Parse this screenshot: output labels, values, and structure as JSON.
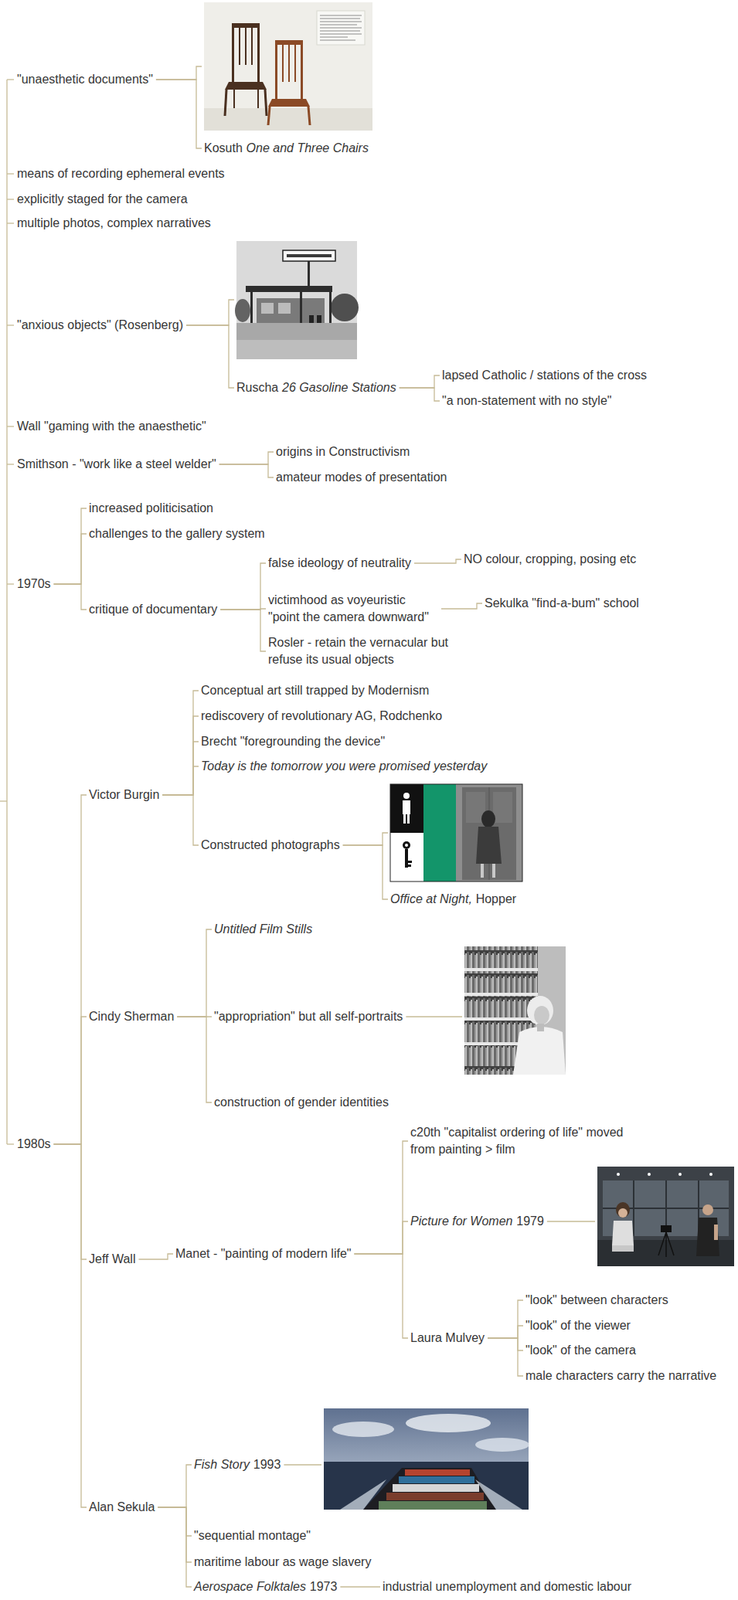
{
  "diagram": {
    "nodes": [
      {
        "text": [
          "\"unaesthetic documents\""
        ]
      },
      {
        "text": [
          "Kosuth",
          "One and Three Chairs"
        ]
      },
      {
        "text": [
          "means of recording ephemeral events"
        ]
      },
      {
        "text": [
          "explicitly staged for the camera"
        ]
      },
      {
        "text": [
          "multiple photos, complex narratives"
        ]
      },
      {
        "text": [
          "\"anxious objects\" (Rosenberg)"
        ]
      },
      {
        "text": [
          "Ruscha",
          "26 Gasoline Stations"
        ]
      },
      {
        "text": [
          "lapsed Catholic / stations of the cross"
        ]
      },
      {
        "text": [
          "\"a non-statement with no style\""
        ]
      },
      {
        "text": [
          "Wall \"gaming with the anaesthetic\""
        ]
      },
      {
        "text": [
          "Smithson - \"work like a steel welder\""
        ]
      },
      {
        "text": [
          "origins in Constructivism"
        ]
      },
      {
        "text": [
          "amateur modes of presentation"
        ]
      },
      {
        "text": [
          "1970s"
        ]
      },
      {
        "text": [
          "increased politicisation"
        ]
      },
      {
        "text": [
          "challenges to the gallery system"
        ]
      },
      {
        "text": [
          "critique of documentary"
        ]
      },
      {
        "text": [
          "false ideology of neutrality"
        ]
      },
      {
        "text": [
          "NO colour, cropping, posing etc"
        ]
      },
      {
        "text": [
          "victimhood as voyeuristic \"point the camera downward\""
        ]
      },
      {
        "text": [
          "Sekulka \"find-a-bum\" school"
        ]
      },
      {
        "text": [
          "Rosler - retain the vernacular but refuse its usual objects"
        ]
      },
      {
        "text": [
          "1980s"
        ]
      },
      {
        "text": [
          "Victor Burgin"
        ]
      },
      {
        "text": [
          "Conceptual art still trapped by Modernism"
        ]
      },
      {
        "text": [
          "rediscovery of revolutionary AG, Rodchenko"
        ]
      },
      {
        "text": [
          "Brecht \"foregrounding the device\""
        ]
      },
      {
        "text": [
          "Today is the tomorrow you were promised yesterday"
        ]
      },
      {
        "text": [
          "Constructed photographs"
        ]
      },
      {
        "text": [
          "Office at Night,",
          "Hopper"
        ]
      },
      {
        "text": [
          "Cindy Sherman"
        ]
      },
      {
        "text": [
          "Untitled Film Stills"
        ]
      },
      {
        "text": [
          "\"appropriation\" but all self-portraits"
        ]
      },
      {
        "text": [
          "construction of gender identities"
        ]
      },
      {
        "text": [
          "Jeff Wall"
        ]
      },
      {
        "text": [
          "Manet - \"painting of modern life\""
        ]
      },
      {
        "text": [
          "c20th \"capitalist ordering of life\" moved from painting > film"
        ]
      },
      {
        "text": [
          "Picture for Women",
          "1979"
        ]
      },
      {
        "text": [
          "Laura Mulvey"
        ]
      },
      {
        "text": [
          "\"look\" between characters"
        ]
      },
      {
        "text": [
          "\"look\" of the viewer"
        ]
      },
      {
        "text": [
          "\"look\" of the camera"
        ]
      },
      {
        "text": [
          "male characters carry the narrative"
        ]
      },
      {
        "text": [
          "Alan Sekula"
        ]
      },
      {
        "text": [
          "Fish Story",
          "1993"
        ]
      },
      {
        "text": [
          "\"sequential montage\""
        ]
      },
      {
        "text": [
          "maritime labour as wage slavery"
        ]
      },
      {
        "text": [
          "Aerospace Folktales",
          "1973"
        ]
      },
      {
        "text": [
          "industrial unemployment and domestic labour"
        ]
      }
    ],
    "edges": [
      {
        "from": 0,
        "to": 1,
        "arrow": "none"
      },
      {
        "from": 5,
        "to": 6,
        "arrow": "none"
      },
      {
        "from": 6,
        "to": 7,
        "arrow": "none"
      },
      {
        "from": 6,
        "to": 8,
        "arrow": "none"
      },
      {
        "from": 10,
        "to": 11,
        "arrow": "none"
      },
      {
        "from": 10,
        "to": 12,
        "arrow": "none"
      },
      {
        "from": 13,
        "to": 14,
        "arrow": "none"
      },
      {
        "from": 13,
        "to": 15,
        "arrow": "none"
      },
      {
        "from": 13,
        "to": 16,
        "arrow": "none"
      },
      {
        "from": 16,
        "to": 17,
        "arrow": "none"
      },
      {
        "from": 17,
        "to": 18,
        "arrow": "none"
      },
      {
        "from": 16,
        "to": 19,
        "arrow": "none"
      },
      {
        "from": 19,
        "to": 20,
        "arrow": "none"
      },
      {
        "from": 16,
        "to": 21,
        "arrow": "none"
      },
      {
        "from": 22,
        "to": 23,
        "arrow": "none"
      },
      {
        "from": 23,
        "to": 24,
        "arrow": "none"
      },
      {
        "from": 23,
        "to": 25,
        "arrow": "none"
      },
      {
        "from": 23,
        "to": 26,
        "arrow": "none"
      },
      {
        "from": 23,
        "to": 27,
        "arrow": "none"
      },
      {
        "from": 23,
        "to": 28,
        "arrow": "none"
      },
      {
        "from": 28,
        "to": 29,
        "arrow": "none"
      },
      {
        "from": 22,
        "to": 30,
        "arrow": "none"
      },
      {
        "from": 30,
        "to": 31,
        "arrow": "none"
      },
      {
        "from": 30,
        "to": 32,
        "arrow": "none"
      },
      {
        "from": 30,
        "to": 33,
        "arrow": "none"
      },
      {
        "from": 22,
        "to": 34,
        "arrow": "none"
      },
      {
        "from": 34,
        "to": 35,
        "arrow": "none"
      },
      {
        "from": 35,
        "to": 36,
        "arrow": "none"
      },
      {
        "from": 35,
        "to": 37,
        "arrow": "none"
      },
      {
        "from": 35,
        "to": 38,
        "arrow": "none"
      },
      {
        "from": 38,
        "to": 39,
        "arrow": "none"
      },
      {
        "from": 38,
        "to": 40,
        "arrow": "none"
      },
      {
        "from": 38,
        "to": 41,
        "arrow": "none"
      },
      {
        "from": 38,
        "to": 42,
        "arrow": "none"
      },
      {
        "from": 22,
        "to": 43,
        "arrow": "none"
      },
      {
        "from": 43,
        "to": 44,
        "arrow": "none"
      },
      {
        "from": 43,
        "to": 45,
        "arrow": "none"
      },
      {
        "from": 43,
        "to": 46,
        "arrow": "none"
      },
      {
        "from": 43,
        "to": 47,
        "arrow": "none"
      },
      {
        "from": 47,
        "to": 48,
        "arrow": "none"
      }
    ]
  }
}
